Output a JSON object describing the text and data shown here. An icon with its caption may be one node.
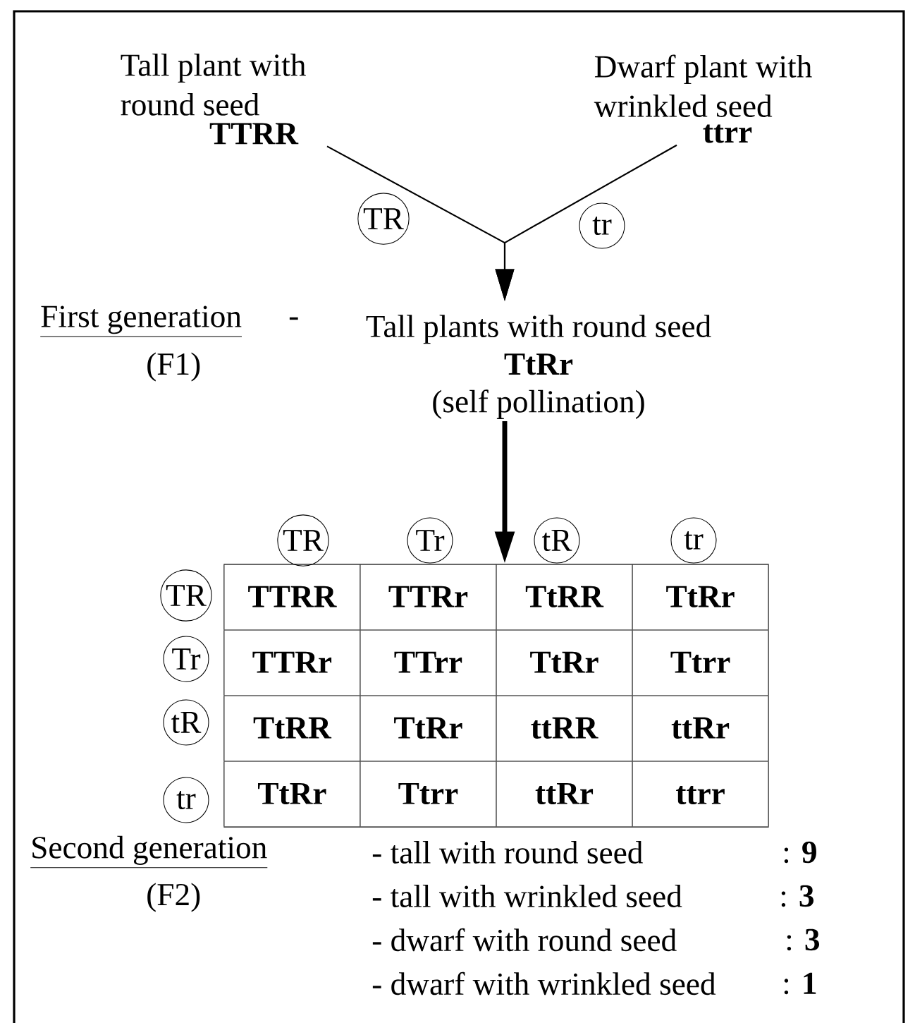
{
  "diagram": {
    "nodes": [
      {
        "text": [
          "Tall plant with round seed",
          "TTRR"
        ]
      },
      {
        "text": [
          "Dwarf plant with wrinkled seed",
          "ttrr"
        ]
      },
      {
        "text": [
          "Tall plants with round seed",
          "TtRr",
          "(self pollination)"
        ]
      },
      {
        "text": [
          "TTRR",
          "TTRr",
          "TtRR",
          "TtRr",
          "TTRr",
          "TTrr",
          "TtRr",
          "Ttrr",
          "TtRR",
          "TtRr",
          "ttRR",
          "ttRr",
          "TtRr",
          "Ttrr",
          "ttRr",
          "ttrr"
        ]
      },
      {
        "text": [
          "TR"
        ]
      },
      {
        "text": [
          "Tr"
        ]
      },
      {
        "text": [
          "tR"
        ]
      },
      {
        "text": [
          "tr"
        ]
      },
      {
        "text": [
          "TR"
        ]
      },
      {
        "text": [
          "Tr"
        ]
      },
      {
        "text": [
          "tR"
        ]
      },
      {
        "text": [
          "tr"
        ]
      }
    ],
    "edges": [
      {
        "from": 0,
        "to": 2,
        "arrow": "to",
        "label": "TR"
      },
      {
        "from": 1,
        "to": 2,
        "arrow": "to",
        "label": "tr"
      },
      {
        "from": 2,
        "to": 3,
        "arrow": "to",
        "style": "thick"
      }
    ],
    "labels": [
      "First generation",
      "-",
      "(F1)",
      "Second generation",
      "(F2)",
      "- tall with round seed",
      ": **9**",
      "- tall with wrinkled seed",
      ": **3**",
      "- dwarf with round seed",
      ": **3**",
      "- dwarf with wrinkled seed",
      ": **1**"
    ]
  }
}
